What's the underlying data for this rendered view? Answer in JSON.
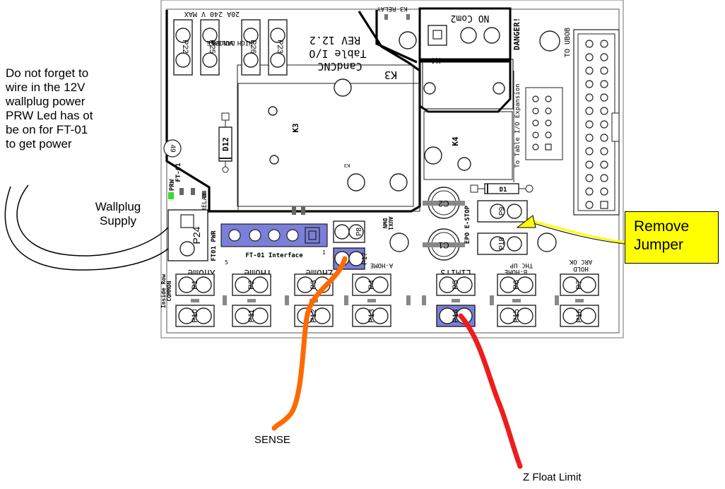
{
  "annotations": {
    "wallplug_note": "Do not forget to\nwire in the 12V\nwallplug power\nPRW Led has ot\nbe on for FT-01\nto get power",
    "wallplug_label": "Wallplug\nSupply",
    "remove_jumper": "Remove\nJumper",
    "sense_label": "SENSE",
    "zfloat_label": "Z Float Limit"
  },
  "board": {
    "connectors_top": [
      "P22",
      "P25",
      "P26",
      "P23"
    ],
    "danger_high_voltage": "DANGER\nHIGH VOLTAGE",
    "rating": "20A 240 V MAX",
    "k3_relay": "K3 RELAY",
    "no_com2": "NO Com2",
    "danger": "DANGER!",
    "to_ubob": "TO UBOB",
    "to_table_io": "To Table I/O Expansion",
    "candcnc": "CandCNC",
    "table_io": "Table I/O",
    "rev": "REV 12.2",
    "k3": "K3",
    "k4": "K4",
    "d12": "D12",
    "d1": "D1",
    "c1": "C1",
    "c2": "C2",
    "prw": "PRW",
    "ft01": "FT-01",
    "relay": "RELAY",
    "p24": "P24",
    "ft01_pwr": "FT01 PWR",
    "ft01_interface": "FT-01 Interface",
    "p8": "P8",
    "p17": "P17",
    "aux1_dwn": "AUX1\nDWN",
    "a_home": "A-HOME",
    "epo_estop": "EPO E-STOP",
    "thc_up": "THC UP",
    "b_home": "B-HOME",
    "arc_ok_hold": "ARC OK\nHOLD",
    "limits": "LIMITS",
    "xhome": "Xhome",
    "yhome": "YHome",
    "zhome": "ZHome",
    "inside_row_common": "Inside Row\nCOMMON",
    "p9": "P9",
    "p18": "P18",
    "inputs_top": [
      "P1",
      "P2",
      "P3",
      "P4",
      "P5",
      "P6",
      "P7"
    ],
    "inputs_bottom": [
      "P10",
      "P11",
      "P12",
      "P13",
      "P14",
      "P15",
      "P16"
    ],
    "badge": "49"
  },
  "colors": {
    "jumper_blue": "#7a7fd9",
    "sense_wire": "#ff6a00",
    "z_wire": "#ee1c1c",
    "callout": "#ffff00",
    "led_green": "#33dd33"
  }
}
